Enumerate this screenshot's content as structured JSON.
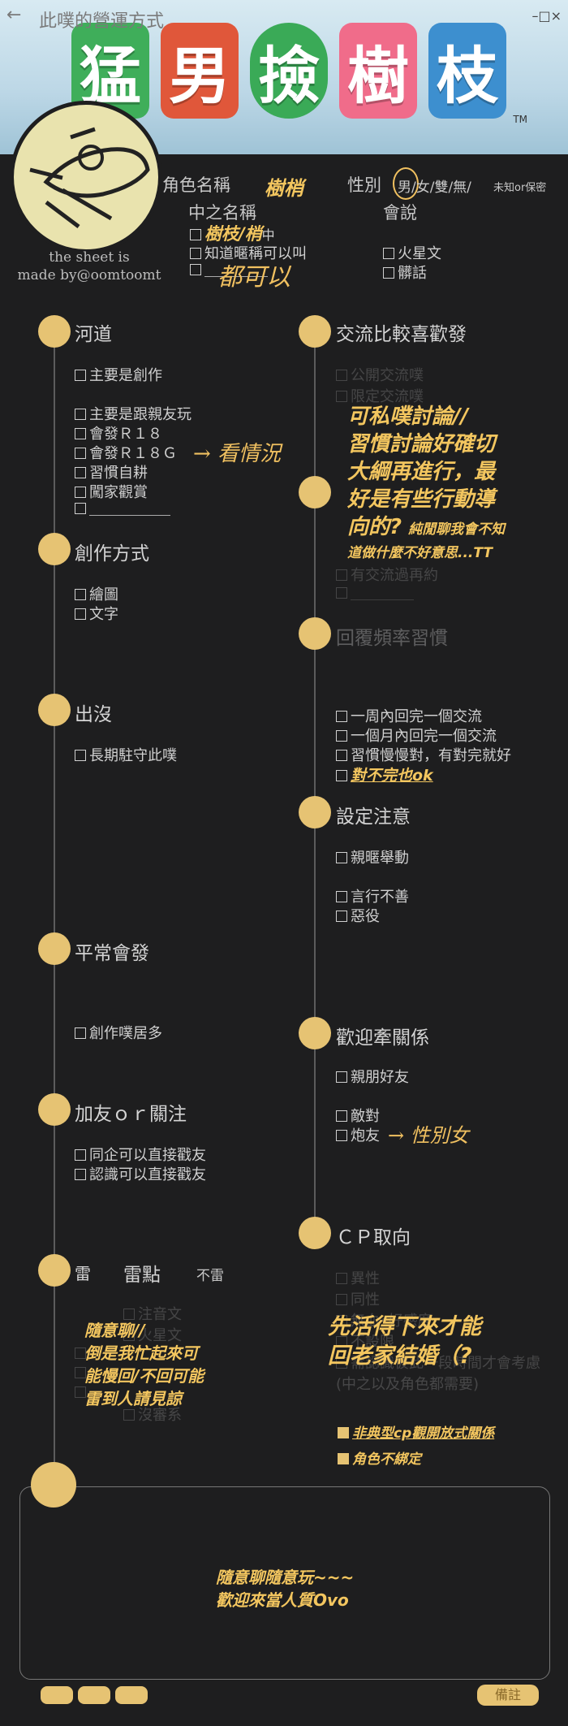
{
  "window": {
    "back_icon": "arrow-left-icon",
    "title": "此噗的營運方式",
    "controls": "–□×"
  },
  "banner": {
    "chars": [
      "猛",
      "男",
      "撿",
      "樹",
      "枝"
    ],
    "tile_colors": [
      "#3fae5a",
      "#e0573a",
      "#3aaa57",
      "#f06c8a",
      "#3d8fcf"
    ],
    "trademark": "TM"
  },
  "credit": {
    "line1": "the sheet is",
    "line2": "made by@oomtoomt"
  },
  "profile": {
    "role_label": "角色名稱",
    "role_name": "樹梢",
    "gender_label": "性別",
    "gender_options": "男/女/雙/無/",
    "gender_extra": "未知or保密",
    "cn_name_label": "中之名稱",
    "cn_items": [
      "樹枝/梢",
      "知道暱稱可以叫",
      ""
    ],
    "cn_item1_suffix": "中",
    "cn_handwrite": "都可以",
    "speech_label": "會說",
    "speech_items": [
      "火星文",
      "髒話"
    ]
  },
  "left_sections": [
    {
      "title": "河道",
      "items": [
        "主要是創作",
        "主要是跟親友玩",
        "會發Ｒ１８",
        "會發Ｒ１８Ｇ",
        "習慣自耕",
        "闖家觀賞",
        ""
      ],
      "note": "→ 看情況"
    },
    {
      "title": "創作方式",
      "items": [
        "繪圖",
        "文字"
      ]
    },
    {
      "title": "出沒",
      "items": [
        "長期駐守此噗"
      ]
    },
    {
      "title": "平常會發",
      "items": [
        "創作噗居多"
      ]
    },
    {
      "title": "加友ｏｒ關注",
      "items": [
        "同企可以直接戳友",
        "認識可以直接戳友"
      ]
    },
    {
      "title": "雷",
      "col2": "雷點",
      "col3": "不雷",
      "faint_items": [
        "注音文",
        "火星文",
        "",
        "",
        "",
        "",
        "沒審系"
      ]
    }
  ],
  "right_sections": [
    {
      "title": "交流比較喜歡發",
      "faint_items": [
        "公開交流噗",
        "限定交流噗",
        "",
        "",
        ""
      ],
      "faint_items2": [
        "有交流過再約",
        ""
      ]
    },
    {
      "title": "回覆頻率習慣",
      "items": [
        "一周內回完一個交流",
        "一個月內回完一個交流",
        "習慣慢慢對，有對完就好"
      ],
      "bold_item": "對不完也ok"
    },
    {
      "title": "設定注意",
      "items": [
        "親暱舉動",
        "言行不善",
        "惡役"
      ]
    },
    {
      "title": "歡迎牽關係",
      "items": [
        "親朋好友",
        "敵對",
        "炮友"
      ],
      "note": "→ 性別女"
    },
    {
      "title": "ＣＰ取向",
      "faint_items": [
        "異性",
        "同性",
        "無血•好感度",
        "不設限",
        "需認識彼此一段時間才會考慮",
        "(中之以及角色都需要)"
      ],
      "bold_items": [
        "非典型cp觀開放式關係",
        "角色不綁定"
      ]
    }
  ],
  "notes": {
    "discuss": [
      "可私噗討論//",
      "習慣討論好確切",
      "大綱再進行，最",
      "好是有些行動導",
      "向的?"
    ],
    "discuss_small": [
      "純閒聊我會不知",
      "道做什麼不好意思...TT"
    ],
    "thunder": [
      "隨意聊//",
      "倒是我忙起來可",
      "能慢回/不回可能",
      "雷到人請見諒"
    ],
    "cp": [
      "先活得下來才能",
      "回老家結婚（?"
    ],
    "remark": [
      "隨意聊隨意玩~~~",
      "歡迎來當人質Ovo"
    ]
  },
  "footer": {
    "remark_label": "備註"
  }
}
